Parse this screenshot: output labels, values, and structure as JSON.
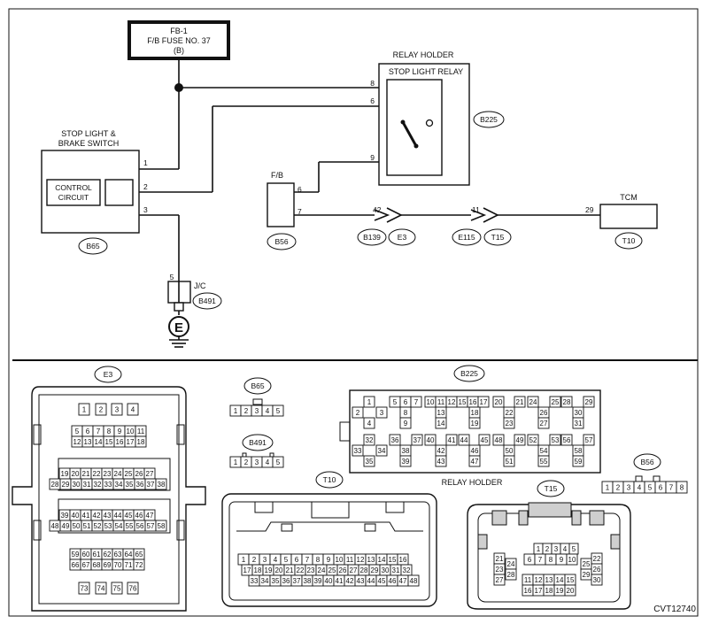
{
  "fuse": {
    "line1": "FB-1",
    "line2": "F/B FUSE NO. 37",
    "line3": "(B)"
  },
  "relay": {
    "holder_label": "RELAY HOLDER",
    "name": "STOP LIGHT RELAY",
    "id": "B225",
    "pins": [
      "8",
      "6",
      "9"
    ]
  },
  "switch": {
    "name_line1": "STOP LIGHT &",
    "name_line2": "BRAKE SWITCH",
    "ctrl_line1": "CONTROL",
    "ctrl_line2": "CIRCUIT",
    "id": "B65",
    "pins": [
      "1",
      "2",
      "3"
    ]
  },
  "fb": {
    "label": "F/B",
    "id": "B56",
    "pins": [
      "6",
      "7"
    ]
  },
  "conn_e3": {
    "pin": "42",
    "ids": [
      "B139",
      "E3"
    ]
  },
  "conn_t15": {
    "pin": "11",
    "ids": [
      "E115",
      "T15"
    ]
  },
  "tcm": {
    "label": "TCM",
    "pin": "29",
    "id": "T10"
  },
  "jc": {
    "label": "J/C",
    "pin": "5",
    "id": "B491",
    "ground": "E"
  },
  "lower": {
    "e3": {
      "label": "E3",
      "rows": [
        [
          "1",
          "2",
          "3",
          "4"
        ],
        [
          "5",
          "6",
          "7",
          "8",
          "9",
          "10",
          "11"
        ],
        [
          "12",
          "13",
          "14",
          "15",
          "16",
          "17",
          "18"
        ],
        [
          "19",
          "20",
          "21",
          "22",
          "23",
          "24",
          "25",
          "26",
          "27"
        ],
        [
          "28",
          "29",
          "30",
          "31",
          "32",
          "33",
          "34",
          "35",
          "36",
          "37",
          "38"
        ],
        [
          "39",
          "40",
          "41",
          "42",
          "43",
          "44",
          "45",
          "46",
          "47"
        ],
        [
          "48",
          "49",
          "50",
          "51",
          "52",
          "53",
          "54",
          "55",
          "56",
          "57",
          "58"
        ],
        [
          "59",
          "60",
          "61",
          "62",
          "63",
          "64",
          "65"
        ],
        [
          "66",
          "67",
          "68",
          "69",
          "70",
          "71",
          "72"
        ],
        [
          "73",
          "74",
          "75",
          "76"
        ]
      ]
    },
    "b65": {
      "label": "B65",
      "pins": [
        "1",
        "2",
        "3",
        "4",
        "5"
      ]
    },
    "b491": {
      "label": "B491",
      "pins": [
        "1",
        "2",
        "3",
        "4",
        "5"
      ]
    },
    "b225": {
      "label": "B225",
      "caption": "RELAY HOLDER",
      "pins": [
        "1",
        "2",
        "3",
        "4",
        "5",
        "6",
        "7",
        "8",
        "9",
        "10",
        "11",
        "12",
        "13",
        "14",
        "15",
        "16",
        "17",
        "18",
        "19",
        "20",
        "21",
        "22",
        "23",
        "24",
        "25",
        "26",
        "27",
        "28",
        "29",
        "30",
        "31",
        "32",
        "33",
        "34",
        "35",
        "36",
        "37",
        "38",
        "39",
        "40",
        "41",
        "42",
        "43",
        "44",
        "45",
        "46",
        "47",
        "48",
        "49",
        "50",
        "51",
        "52",
        "53",
        "54",
        "55",
        "56",
        "57",
        "58",
        "59"
      ]
    },
    "b56": {
      "label": "B56",
      "pins": [
        "1",
        "2",
        "3",
        "4",
        "5",
        "6",
        "7",
        "8"
      ]
    },
    "t10": {
      "label": "T10",
      "rows": [
        [
          "1",
          "2",
          "3",
          "4",
          "5",
          "6",
          "7",
          "8",
          "9",
          "10",
          "11",
          "12",
          "13",
          "14",
          "15",
          "16"
        ],
        [
          "17",
          "18",
          "19",
          "20",
          "21",
          "22",
          "23",
          "24",
          "25",
          "26",
          "27",
          "28",
          "29",
          "30",
          "31",
          "32"
        ],
        [
          "33",
          "34",
          "35",
          "36",
          "37",
          "38",
          "39",
          "40",
          "41",
          "42",
          "43",
          "44",
          "45",
          "46",
          "47",
          "48"
        ]
      ]
    },
    "t15": {
      "label": "T15",
      "pins": [
        "1",
        "2",
        "3",
        "4",
        "5",
        "6",
        "7",
        "8",
        "9",
        "10",
        "11",
        "12",
        "13",
        "14",
        "15",
        "16",
        "17",
        "18",
        "19",
        "20",
        "21",
        "22",
        "23",
        "24",
        "25",
        "26",
        "27",
        "28",
        "29",
        "30"
      ]
    }
  },
  "code": "CVT12740"
}
